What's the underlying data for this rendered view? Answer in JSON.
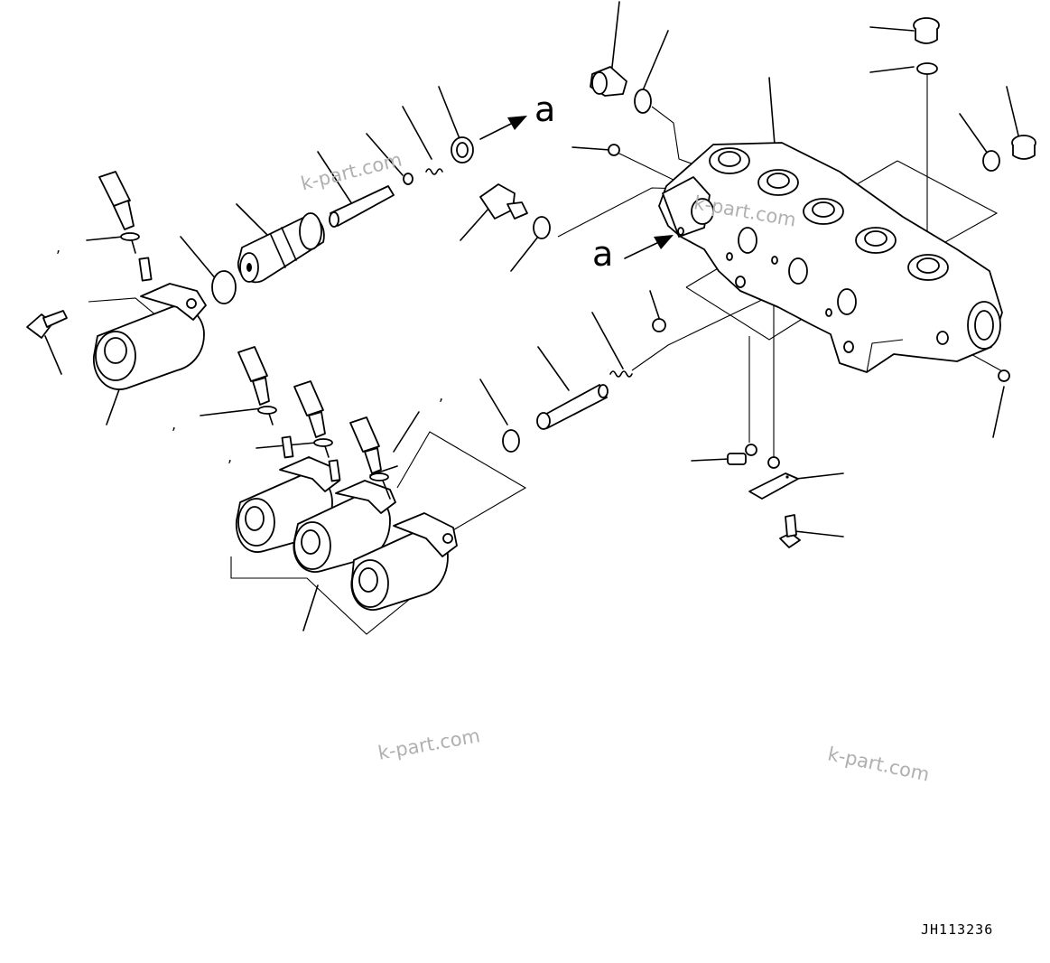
{
  "diagram": {
    "drawing_code": "JH113236",
    "reference_letter_top": "a",
    "reference_letter_side": "a",
    "watermarks": [
      "k-part.com",
      "k-part.com",
      "k-part.com",
      "k-part.com"
    ],
    "comma_marks": [
      ",",
      ",",
      ",",
      ","
    ]
  },
  "colors": {
    "line": "#000000",
    "watermark": "#b0b0b0",
    "background": "#ffffff"
  }
}
